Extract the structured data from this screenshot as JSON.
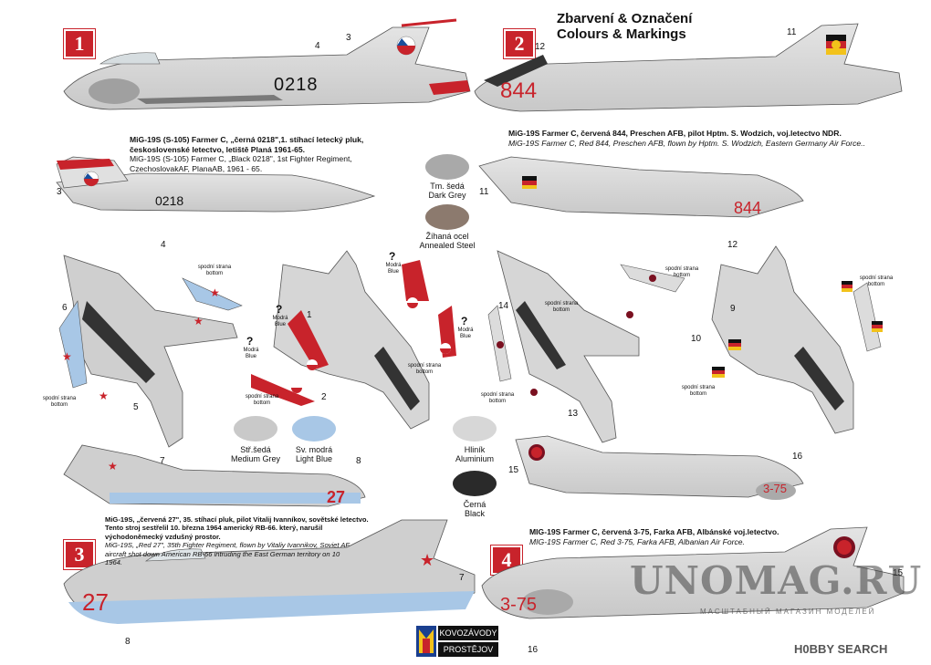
{
  "header": {
    "title_cz": "Zbarvení & Označení",
    "title_en": "Colours & Markings"
  },
  "badges": [
    "1",
    "2",
    "3",
    "4"
  ],
  "profiles": {
    "p1": {
      "code": "0218",
      "caption_cz_1": "MiG-19S (S-105) Farmer C, „černá 0218\",1. stíhací letecký pluk,",
      "caption_cz_2": "československé letectvo, letiště Planá 1961-65.",
      "caption_en_1": "MiG-19S (S-105) Farmer C, „Black 0218\", 1st Fighter Regiment,",
      "caption_en_2": "CzechoslovakAF, PlanaAB, 1961 - 65."
    },
    "p2": {
      "code": "844",
      "caption_cz": "MiG-19S Farmer C, červená 844, Preschen AFB, pilot Hptm. S. Wodzich, voj.letectvo NDR.",
      "caption_en": "MiG-19S Farmer C, Red 844, Preschen AFB, flown by Hptm. S. Wodzich, Eastern Germany Air Force.."
    },
    "p3": {
      "code": "27",
      "caption_cz_1": "MiG-19S, „červená 27\", 35. stíhací pluk, pilot Vitalij Ivanníkov, sovětské letectvo.",
      "caption_cz_2": "Tento stroj sestřelil 10. března 1964 americký RB-66. který, narušil",
      "caption_cz_3": "východoněmecký vzdušný prostor.",
      "caption_en_1": "MiG-19S, „Red 27\", 35th Fighter Regiment, flown by Vitaliy Ivannikov, Soviet AF",
      "caption_en_2": "aircraft shot down American RB-66 intruding the East German territory on 10",
      "caption_en_3": "1964."
    },
    "p4": {
      "code": "3-75",
      "caption_cz": "MIG-19S Farmer C, červená 3-75, Farka AFB, Albánské voj.letectvo.",
      "caption_en": "MIG-19S Farmer C, Red 3-75, Farka AFB, Albanian Air Force."
    }
  },
  "callouts": [
    "1",
    "2",
    "3",
    "4",
    "5",
    "6",
    "7",
    "8",
    "9",
    "10",
    "11",
    "12",
    "13",
    "14",
    "15",
    "16"
  ],
  "swatches": [
    {
      "cz": "Tm. šedá",
      "en": "Dark Grey",
      "color": "#a9a9a9"
    },
    {
      "cz": "Žíhaná ocel",
      "en": "Annealed Steel",
      "color": "#8c7a6e"
    },
    {
      "cz": "Stř.šedá",
      "en": "Medium Grey",
      "color": "#c9c9c9"
    },
    {
      "cz": "Sv. modrá",
      "en": "Light Blue",
      "color": "#a8c7e6"
    },
    {
      "cz": "Hliník",
      "en": "Aluminium",
      "color": "#d7d7d7"
    },
    {
      "cz": "Černá",
      "en": "Black",
      "color": "#2a2a2a"
    }
  ],
  "notes": {
    "bottom_cz": "spodní strana",
    "bottom_en": "bottom",
    "blue_cz": "Modrá",
    "blue_en": "Blue",
    "question": "?"
  },
  "logo": {
    "line1": "KOVOZÁVODY",
    "line2": "PROSTĚJOV"
  },
  "watermark": {
    "main": "UNOMAG.RU",
    "sub": "МАСШТАБНЫЙ МАГАЗИН МОДЕЛЕЙ"
  },
  "hobby": "H0BBY SEARCH"
}
